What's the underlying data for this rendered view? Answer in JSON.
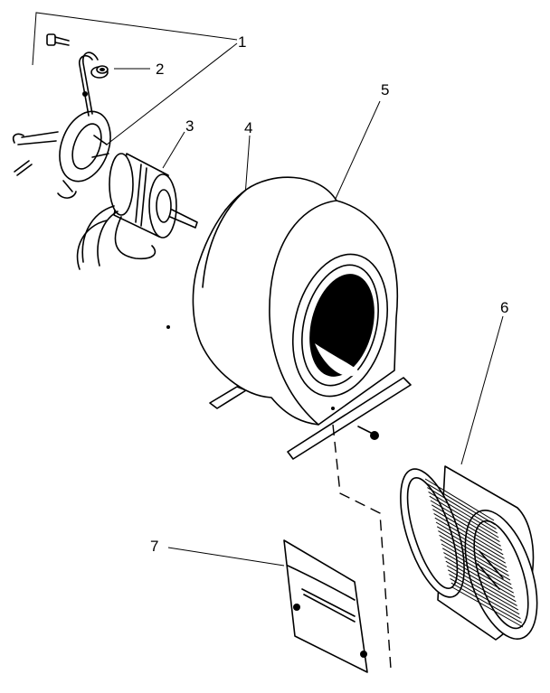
{
  "callouts": [
    {
      "id": "1",
      "label": "1"
    },
    {
      "id": "2",
      "label": "2"
    },
    {
      "id": "3",
      "label": "3"
    },
    {
      "id": "4",
      "label": "4"
    },
    {
      "id": "5",
      "label": "5"
    },
    {
      "id": "6",
      "label": "6"
    },
    {
      "id": "7",
      "label": "7"
    }
  ],
  "parts": [
    {
      "callout": "1",
      "icon": "mounting-bracket-and-bolts-icon"
    },
    {
      "callout": "2",
      "icon": "grommet-icon"
    },
    {
      "callout": "3",
      "icon": "blower-motor-icon"
    },
    {
      "callout": "4",
      "icon": "capacitor-icon"
    },
    {
      "callout": "5",
      "icon": "blower-housing-icon"
    },
    {
      "callout": "6",
      "icon": "blower-wheel-icon"
    },
    {
      "callout": "7",
      "icon": "cutoff-plate-icon"
    }
  ]
}
